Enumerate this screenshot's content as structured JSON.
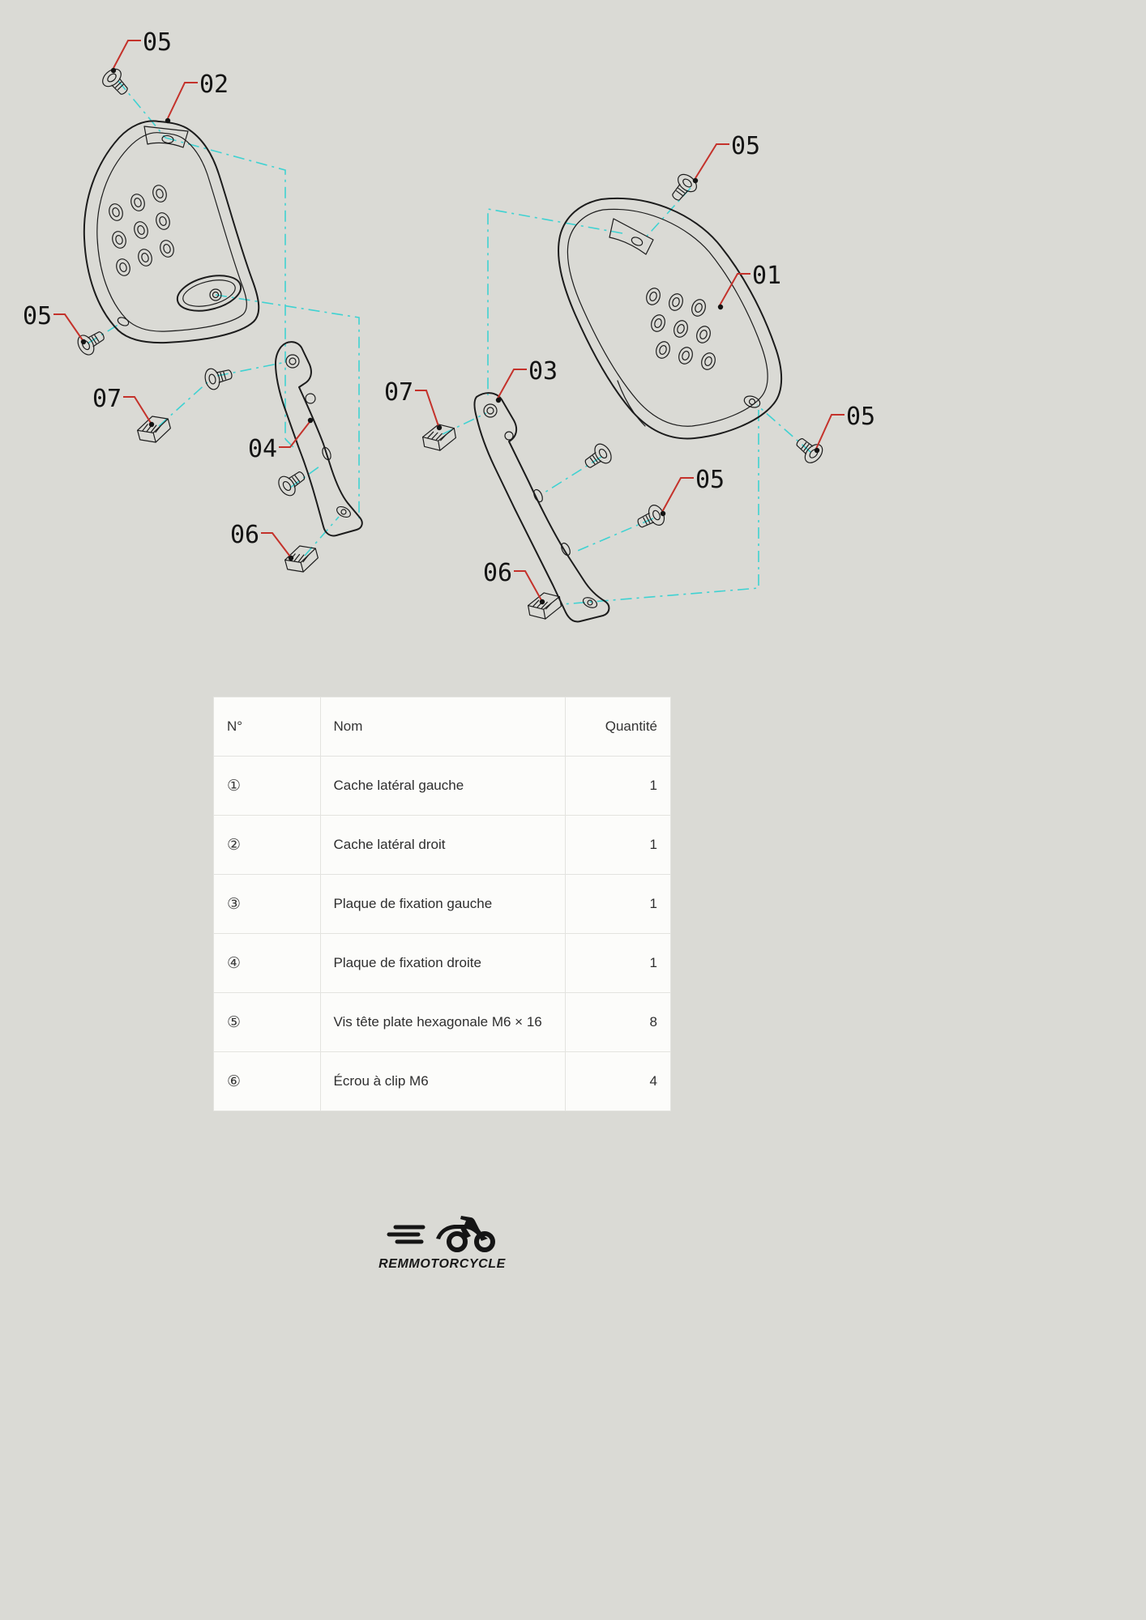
{
  "diagram": {
    "callouts": {
      "screw_top_left": "05",
      "cover_left": "02",
      "screw_left": "05",
      "clip_left": "07",
      "bracket_left": "04",
      "nut_left": "06",
      "clip_right": "07",
      "bracket_right": "03",
      "nut_right": "06",
      "screw_top_right": "05",
      "cover_right": "01",
      "screw_mid_right": "05",
      "screw_far_right": "05"
    }
  },
  "table": {
    "headers": {
      "number": "N°",
      "name": "Nom",
      "quantity": "Quantité"
    },
    "rows": [
      {
        "number": "①",
        "name": "Cache latéral gauche",
        "quantity": "1"
      },
      {
        "number": "②",
        "name": "Cache latéral droit",
        "quantity": "1"
      },
      {
        "number": "③",
        "name": "Plaque de fixation gauche",
        "quantity": "1"
      },
      {
        "number": "④",
        "name": "Plaque de fixation droite",
        "quantity": "1"
      },
      {
        "number": "⑤",
        "name": "Vis tête plate hexagonale M6 × 16",
        "quantity": "8"
      },
      {
        "number": "⑥",
        "name": "Écrou à clip M6",
        "quantity": "4"
      }
    ]
  },
  "footer": {
    "brand": "REMMOTORCYCLE"
  },
  "colors": {
    "background": "#dadad5",
    "ink": "#1c1c1c",
    "leader_red": "#c4322b",
    "assembly_cyan": "#3fd2d2",
    "table_bg": "#fcfcfa",
    "table_border": "#e3e3df"
  }
}
